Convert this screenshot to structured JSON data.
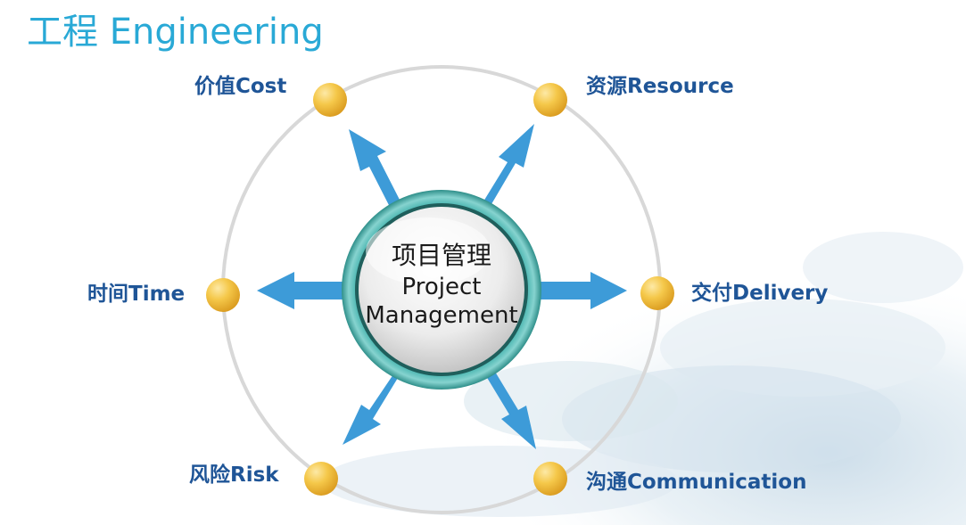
{
  "title": "工程 Engineering",
  "center": {
    "label_zh": "项目管理",
    "label_en_1": "Project",
    "label_en_2": "Management"
  },
  "nodes": {
    "cost": "价值Cost",
    "resource": "资源Resource",
    "time": "时间Time",
    "delivery": "交付Delivery",
    "risk": "风险Risk",
    "communication": "沟通Communication"
  },
  "colors": {
    "title": "#29a9d6",
    "node_label": "#1f5597",
    "arrow": "#3d9bd8",
    "node_dot": "#f2be3c",
    "hub_ring": "#3aa6a2"
  }
}
